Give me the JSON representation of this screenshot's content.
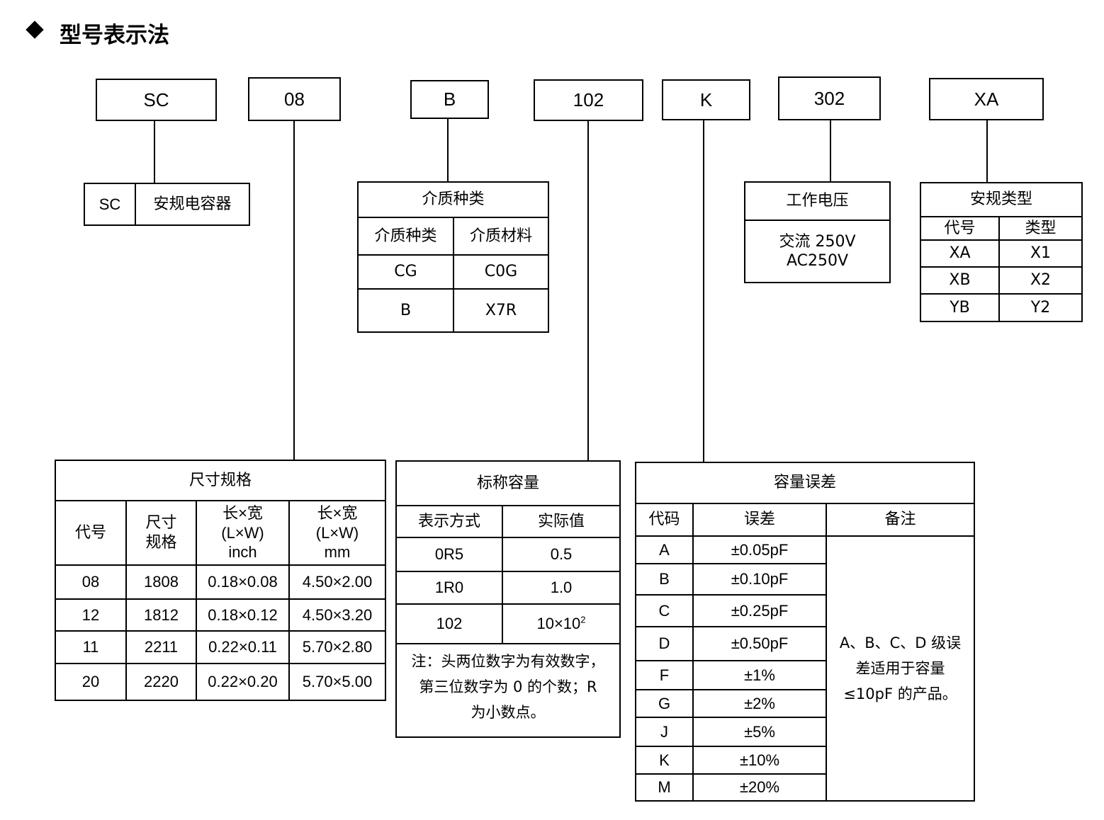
{
  "title": "型号表示法",
  "colors": {
    "line": "#000000",
    "background": "#ffffff"
  },
  "codes": [
    "SC",
    "08",
    "B",
    "102",
    "K",
    "302",
    "XA"
  ],
  "series": {
    "code": "SC",
    "name": "安规电容器"
  },
  "dielectric": {
    "title": "介质种类",
    "headers": [
      "介质种类",
      "介质材料"
    ],
    "rows": [
      [
        "CG",
        "C0G"
      ],
      [
        "B",
        "X7R"
      ]
    ]
  },
  "voltage": {
    "title": "工作电压",
    "line1": "交流 250V",
    "line2": "AC250V"
  },
  "safety": {
    "title": "安规类型",
    "headers": [
      "代号",
      "类型"
    ],
    "rows": [
      [
        "XA",
        "X1"
      ],
      [
        "XB",
        "X2"
      ],
      [
        "YB",
        "Y2"
      ]
    ]
  },
  "size": {
    "title": "尺寸规格",
    "headers": [
      "代号",
      "尺寸\n规格",
      "长×宽\n(L×W)\ninch",
      "长×宽\n(L×W)\nmm"
    ],
    "rows": [
      [
        "08",
        "1808",
        "0.18×0.08",
        "4.50×2.00"
      ],
      [
        "12",
        "1812",
        "0.18×0.12",
        "4.50×3.20"
      ],
      [
        "11",
        "2211",
        "0.22×0.11",
        "5.70×2.80"
      ],
      [
        "20",
        "2220",
        "0.22×0.20",
        "5.70×5.00"
      ]
    ]
  },
  "capacitance": {
    "title": "标称容量",
    "headers": [
      "表示方式",
      "实际值"
    ],
    "rows": [
      [
        "0R5",
        "0.5"
      ],
      [
        "1R0",
        "1.0"
      ],
      [
        "102",
        "10×10"
      ]
    ],
    "exponent": "2",
    "note": "注：头两位数字为有效数字，第三位数字为 0 的个数；R 为小数点。"
  },
  "tolerance": {
    "title": "容量误差",
    "headers": [
      "代码",
      "误差",
      "备注"
    ],
    "rows": [
      [
        "A",
        "±0.05pF"
      ],
      [
        "B",
        "±0.10pF"
      ],
      [
        "C",
        "±0.25pF"
      ],
      [
        "D",
        "±0.50pF"
      ],
      [
        "F",
        "±1%"
      ],
      [
        "G",
        "±2%"
      ],
      [
        "J",
        "±5%"
      ],
      [
        "K",
        "±10%"
      ],
      [
        "M",
        "±20%"
      ]
    ],
    "remark": "A、B、C、D 级误差适用于容量≤10pF 的产品。"
  }
}
